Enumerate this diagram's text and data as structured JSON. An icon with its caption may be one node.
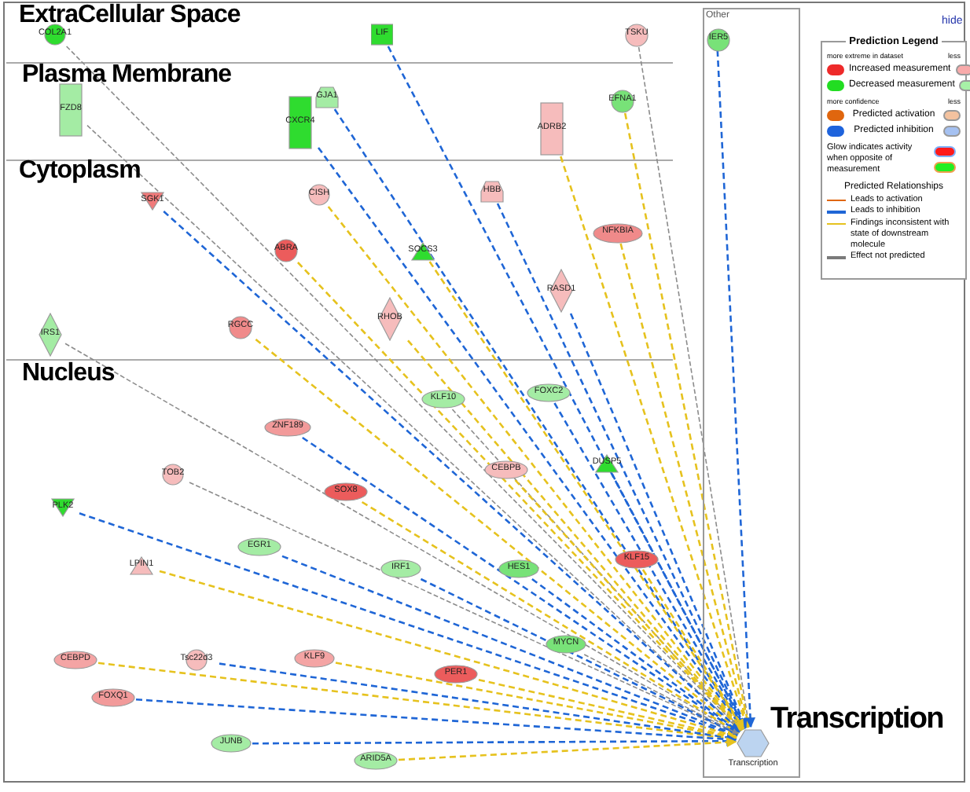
{
  "diagram": {
    "nodes": [
      {
        "text": [
          "COL2A1"
        ]
      },
      {
        "text": [
          "LIF"
        ]
      },
      {
        "text": [
          "TSKU"
        ]
      },
      {
        "text": [
          "FZD8"
        ]
      },
      {
        "text": [
          "GJA1"
        ]
      },
      {
        "text": [
          "CXCR4"
        ]
      },
      {
        "text": [
          "ADRB2"
        ]
      },
      {
        "text": [
          "EFNA1"
        ]
      },
      {
        "text": [
          "SGK1"
        ]
      },
      {
        "text": [
          "CISH"
        ]
      },
      {
        "text": [
          "HBB"
        ]
      },
      {
        "text": [
          "NFKBIA"
        ]
      },
      {
        "text": [
          "ABRA"
        ]
      },
      {
        "text": [
          "SOCS3"
        ]
      },
      {
        "text": [
          "RASD1"
        ]
      },
      {
        "text": [
          "IRS1"
        ]
      },
      {
        "text": [
          "RGCC"
        ]
      },
      {
        "text": [
          "RHOB"
        ]
      },
      {
        "text": [
          "KLF10"
        ]
      },
      {
        "text": [
          "FOXC2"
        ]
      },
      {
        "text": [
          "ZNF189"
        ]
      },
      {
        "text": [
          "TOB2"
        ]
      },
      {
        "text": [
          "CEBPB"
        ]
      },
      {
        "text": [
          "DUSP5"
        ]
      },
      {
        "text": [
          "SOX8"
        ]
      },
      {
        "text": [
          "PLK2"
        ]
      },
      {
        "text": [
          "EGR1"
        ]
      },
      {
        "text": [
          "LPIN1"
        ]
      },
      {
        "text": [
          "IRF1"
        ]
      },
      {
        "text": [
          "HES1"
        ]
      },
      {
        "text": [
          "KLF15"
        ]
      },
      {
        "text": [
          "CEBPD"
        ]
      },
      {
        "text": [
          "Tsc22d3"
        ]
      },
      {
        "text": [
          "KLF9"
        ]
      },
      {
        "text": [
          "MYCN"
        ]
      },
      {
        "text": [
          "PER1"
        ]
      },
      {
        "text": [
          "FOXQ1"
        ]
      },
      {
        "text": [
          "JUNB"
        ]
      },
      {
        "text": [
          "ARID5A"
        ]
      },
      {
        "text": [
          "Other"
        ]
      },
      {
        "text": [
          "IER5"
        ],
        "in": 39
      },
      {
        "text": [
          "Transcription"
        ],
        "in": 39,
        "beside": [
          "Transcription"
        ]
      }
    ],
    "edges": [
      {
        "from": 0,
        "to": 41,
        "arrow": "to",
        "style": "dashed",
        "color": "#8c8c8c"
      },
      {
        "from": 1,
        "to": 41,
        "arrow": "to",
        "style": "dashed",
        "color": "#1f66d6"
      },
      {
        "from": 2,
        "to": 41,
        "arrow": "to",
        "style": "dashed",
        "color": "#8c8c8c"
      },
      {
        "from": 3,
        "to": 41,
        "arrow": "to",
        "style": "dashed",
        "color": "#8c8c8c"
      },
      {
        "from": 4,
        "to": 41,
        "arrow": "to",
        "style": "dashed",
        "color": "#1f66d6"
      },
      {
        "from": 5,
        "to": 41,
        "arrow": "to",
        "style": "dashed",
        "color": "#1f66d6"
      },
      {
        "from": 6,
        "to": 41,
        "arrow": "to",
        "style": "dashed",
        "color": "#e6c21e"
      },
      {
        "from": 7,
        "to": 41,
        "arrow": "to",
        "style": "dashed",
        "color": "#e6c21e"
      },
      {
        "from": 8,
        "to": 41,
        "arrow": "to",
        "style": "dashed",
        "color": "#1f66d6"
      },
      {
        "from": 9,
        "to": 41,
        "arrow": "to",
        "style": "dashed",
        "color": "#e6c21e"
      },
      {
        "from": 10,
        "to": 41,
        "arrow": "to",
        "style": "dashed",
        "color": "#1f66d6"
      },
      {
        "from": 11,
        "to": 41,
        "arrow": "to",
        "style": "dashed",
        "color": "#e6c21e"
      },
      {
        "from": 12,
        "to": 41,
        "arrow": "to",
        "style": "dashed",
        "color": "#e6c21e"
      },
      {
        "from": 13,
        "to": 41,
        "arrow": "to",
        "style": "dashed",
        "color": "#e6c21e"
      },
      {
        "from": 14,
        "to": 41,
        "arrow": "to",
        "style": "dashed",
        "color": "#1f66d6"
      },
      {
        "from": 15,
        "to": 41,
        "arrow": "to",
        "style": "dashed",
        "color": "#8c8c8c"
      },
      {
        "from": 16,
        "to": 41,
        "arrow": "to",
        "style": "dashed",
        "color": "#e6c21e"
      },
      {
        "from": 17,
        "to": 41,
        "arrow": "to",
        "style": "dashed",
        "color": "#e6c21e"
      },
      {
        "from": 18,
        "to": 41,
        "arrow": "to",
        "style": "dashed",
        "color": "#8c8c8c"
      },
      {
        "from": 19,
        "to": 41,
        "arrow": "to",
        "style": "dashed",
        "color": "#1f66d6"
      },
      {
        "from": 20,
        "to": 41,
        "arrow": "to",
        "style": "dashed",
        "color": "#1f66d6"
      },
      {
        "from": 21,
        "to": 41,
        "arrow": "to",
        "style": "dashed",
        "color": "#8c8c8c"
      },
      {
        "from": 22,
        "to": 41,
        "arrow": "to",
        "style": "dashed",
        "color": "#e6c21e"
      },
      {
        "from": 23,
        "to": 41,
        "arrow": "to",
        "style": "dashed",
        "color": "#1f66d6"
      },
      {
        "from": 24,
        "to": 41,
        "arrow": "to",
        "style": "dashed",
        "color": "#e6c21e"
      },
      {
        "from": 25,
        "to": 41,
        "arrow": "to",
        "style": "dashed",
        "color": "#1f66d6"
      },
      {
        "from": 26,
        "to": 41,
        "arrow": "to",
        "style": "dashed",
        "color": "#1f66d6"
      },
      {
        "from": 27,
        "to": 41,
        "arrow": "to",
        "style": "dashed",
        "color": "#e6c21e"
      },
      {
        "from": 28,
        "to": 41,
        "arrow": "to",
        "style": "dashed",
        "color": "#1f66d6"
      },
      {
        "from": 29,
        "to": 41,
        "arrow": "to",
        "style": "dashed",
        "color": "#1f66d6"
      },
      {
        "from": 30,
        "to": 41,
        "arrow": "to",
        "style": "dashed",
        "color": "#e6c21e"
      },
      {
        "from": 31,
        "to": 41,
        "arrow": "to",
        "style": "dashed",
        "color": "#e6c21e"
      },
      {
        "from": 32,
        "to": 41,
        "arrow": "to",
        "style": "dashed",
        "color": "#1f66d6"
      },
      {
        "from": 33,
        "to": 41,
        "arrow": "to",
        "style": "dashed",
        "color": "#e6c21e"
      },
      {
        "from": 34,
        "to": 41,
        "arrow": "to",
        "style": "dashed",
        "color": "#8c8c8c"
      },
      {
        "from": 35,
        "to": 41,
        "arrow": "to",
        "style": "dashed",
        "color": "#e6c21e"
      },
      {
        "from": 36,
        "to": 41,
        "arrow": "to",
        "style": "dashed",
        "color": "#1f66d6"
      },
      {
        "from": 37,
        "to": 41,
        "arrow": "to",
        "style": "dashed",
        "color": "#1f66d6"
      },
      {
        "from": 38,
        "to": 41,
        "arrow": "to",
        "style": "dashed",
        "color": "#e6c21e"
      },
      {
        "from": 40,
        "to": 41,
        "arrow": "to",
        "style": "dashed",
        "color": "#1f66d6"
      }
    ],
    "labels": [
      "ExtraCellular Space",
      "Plasma Membrane",
      "Cytoplasm",
      "Nucleus",
      "hide",
      "Prediction Legend",
      "more extreme in dataset",
      "less",
      "more confidence",
      "less",
      "Glow indicates activity when opposite of measurement",
      "Predicted Relationships"
    ],
    "legend": [
      {
        "text": "Increased measurement",
        "color": "#ee2a2a"
      },
      {
        "text": "Decreased measurement",
        "color": "#22dd22"
      },
      {
        "text": "Predicted activation",
        "color": "#e0660e"
      },
      {
        "text": "Predicted inhibition",
        "color": "#1e63dc"
      },
      {
        "text": "Leads to activation"
      },
      {
        "text": "Leads to inhibition"
      },
      {
        "text": "Findings inconsistent with state of downstream molecule"
      },
      {
        "text": "Effect not predicted"
      }
    ]
  }
}
